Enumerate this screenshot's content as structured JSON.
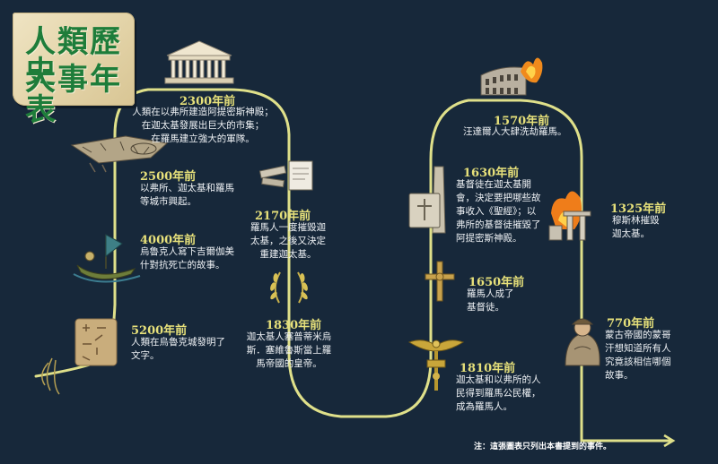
{
  "title": {
    "line1": "人類歷史",
    "line2": "大事年表"
  },
  "events": [
    {
      "id": "e5200",
      "era": "5200年前",
      "lines": [
        "人類在烏魯克城發明了",
        "文字。"
      ]
    },
    {
      "id": "e4000",
      "era": "4000年前",
      "lines": [
        "烏魯克人寫下吉爾伽美",
        "什對抗死亡的故事。"
      ]
    },
    {
      "id": "e2500",
      "era": "2500年前",
      "lines": [
        "以弗所、迦太基和羅馬",
        "等城市興起。"
      ]
    },
    {
      "id": "e2300",
      "era": "2300年前",
      "lines": [
        "人類在以弗所建造阿提密斯神殿；",
        "在迦太基發展出巨大的市集；",
        "在羅馬建立強大的軍隊。"
      ]
    },
    {
      "id": "e2170",
      "era": "2170年前",
      "lines": [
        "羅馬人一度摧毀迦",
        "太基，之後又決定",
        "重建迦太基。"
      ]
    },
    {
      "id": "e1830",
      "era": "1830年前",
      "lines": [
        "迦太基人塞普蒂米烏",
        "斯．塞維魯斯當上羅",
        "馬帝國的皇帝。"
      ]
    },
    {
      "id": "e1810",
      "era": "1810年前",
      "lines": [
        "迦太基和以弗所的人",
        "民得到羅馬公民權，",
        "成為羅馬人。"
      ]
    },
    {
      "id": "e1650",
      "era": "1650年前",
      "lines": [
        "羅馬人成了",
        "基督徒。"
      ]
    },
    {
      "id": "e1630",
      "era": "1630年前",
      "lines": [
        "基督徒在迦太基開",
        "會，決定要把哪些故",
        "事收入《聖經》；以",
        "弗所的基督徒摧毀了",
        "阿提密斯神殿。"
      ]
    },
    {
      "id": "e1570",
      "era": "1570年前",
      "lines": [
        "汪達爾人大肆洗劫羅馬。"
      ]
    },
    {
      "id": "e1325",
      "era": "1325年前",
      "lines": [
        "穆斯林摧毀",
        "迦太基。"
      ]
    },
    {
      "id": "e770",
      "era": "770年前",
      "lines": [
        "蒙古帝國的蒙哥",
        "汗想知道所有人",
        "究竟該相信哪個",
        "故事。"
      ]
    }
  ],
  "footnote": "注：這張圖表只列出本書提到的事件。",
  "colors": {
    "background": "#17283a",
    "path": "#dfe08a",
    "era": "#e6e07a",
    "text": "#eef1f4",
    "title": "#1e7d3a",
    "parchment": "#e8dcb5"
  },
  "icons": [
    "clay-tablet-icon",
    "reed-boat-icon",
    "ruined-city-icon",
    "greek-temple-icon",
    "broken-columns-scroll-icon",
    "laurel-wreath-icon",
    "roman-eagle-standard-icon",
    "ornate-cross-icon",
    "bible-obelisk-icon",
    "burning-colosseum-icon",
    "burning-ruins-icon",
    "mongol-khan-icon"
  ]
}
